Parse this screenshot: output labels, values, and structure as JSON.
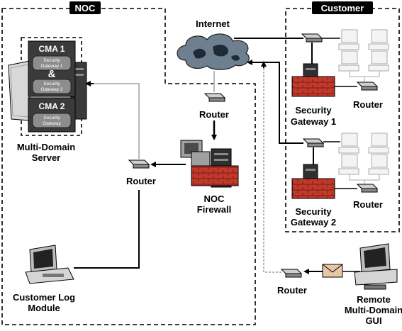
{
  "zones": {
    "noc": "NOC",
    "customer": "Customer"
  },
  "labels": {
    "internet": "Internet",
    "cma1": "CMA 1",
    "cma2": "CMA 2",
    "sg1_short": "Security",
    "sg1_short2": "Gateway 1",
    "ampersand": "&",
    "sg2_short": "Security",
    "sg2_short2": "Gateway 2",
    "sg_cma2": "Security",
    "sg_cma2b": "Gateway",
    "mds_line1": "Multi-Domain",
    "mds_line2": "Server",
    "router_noc_top": "Router",
    "router_noc_mid": "Router",
    "noc_fw_line1": "NOC",
    "noc_fw_line2": "Firewall",
    "log_line1": "Customer Log",
    "log_line2": "Module",
    "cust_sg1_line1": "Security",
    "cust_sg1_line2": "Gateway 1",
    "cust_router1": "Router",
    "cust_sg2_line1": "Security",
    "cust_sg2_line2": "Gateway 2",
    "cust_router2": "Router",
    "remote_router": "Router",
    "remote_line1": "Remote",
    "remote_line2": "Multi-Domain",
    "remote_line3": "GUI"
  }
}
